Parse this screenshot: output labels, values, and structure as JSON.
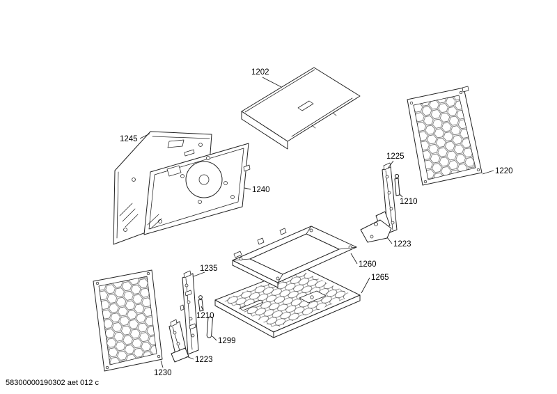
{
  "footer": {
    "code": "58300000190302 aet 012 c"
  },
  "diagram": {
    "type": "exploded-parts-diagram",
    "colors": {
      "line": "#222222",
      "pattern": "#555555",
      "background": "#ffffff"
    },
    "labels": [
      {
        "part": "top-cover-panel",
        "text": "1202"
      },
      {
        "part": "outer-side-panel",
        "text": "1245"
      },
      {
        "part": "inner-side-panel",
        "text": "1240"
      },
      {
        "part": "right-support-bracket",
        "text": "1225"
      },
      {
        "part": "right-pin",
        "text": "1210"
      },
      {
        "part": "right-vent-panel",
        "text": "1220"
      },
      {
        "part": "right-foot-bracket",
        "text": "1223"
      },
      {
        "part": "cavity-frame",
        "text": "1260"
      },
      {
        "part": "vented-base-panel",
        "text": "1265"
      },
      {
        "part": "left-support-bracket",
        "text": "1235"
      },
      {
        "part": "left-pin",
        "text": "1210"
      },
      {
        "part": "left-rod",
        "text": "1299"
      },
      {
        "part": "left-foot-bracket",
        "text": "1223"
      },
      {
        "part": "left-vent-panel",
        "text": "1230"
      }
    ]
  }
}
